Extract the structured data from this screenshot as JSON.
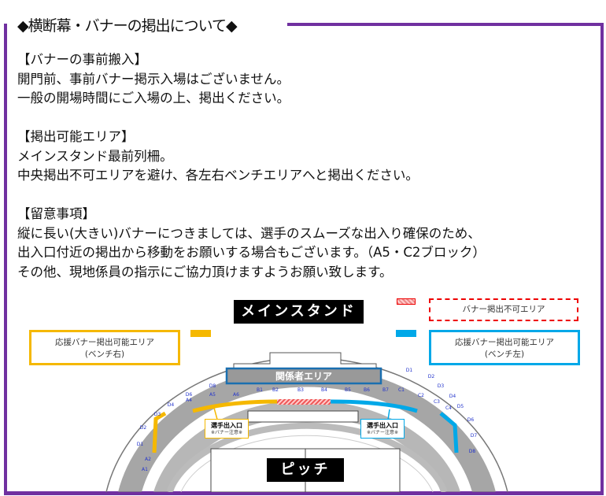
{
  "title": "◆横断幕・バナーの掲出について◆",
  "sections": [
    {
      "lines": [
        "【バナーの事前搬入】",
        "開門前、事前バナー掲示入場はございません。",
        "一般の開場時間にご入場の上、掲出ください。"
      ]
    },
    {
      "lines": [
        "【掲出可能エリア】",
        "メインスタンド最前列柵。",
        "中央掲出不可エリアを避け、各左右ベンチエリアへと掲出ください。"
      ]
    },
    {
      "lines": [
        "【留意事項】",
        "縦に長い(大きい)バナーにつきましては、選手のスムーズな出入り確保のため、",
        "出入口付近の掲出から移動をお願いする場合もございます。（A5・C2ブロック）",
        "その他、現地係員の指示にご協力頂けますようお願い致します。"
      ]
    }
  ],
  "diagram": {
    "main_stand": "メインスタンド",
    "pitch": "ピッチ",
    "legend_ng": "バナー掲出不可エリア",
    "legend_right": {
      "line1": "応援バナー掲出可能エリア",
      "line2": "(ベンチ右)"
    },
    "legend_left": {
      "line1": "応援バナー掲出可能エリア",
      "line2": "(ベンチ左)"
    },
    "staff_area": "関係者エリア",
    "entrance_left": {
      "line1": "選手出入口",
      "line2": "※バナー注意※"
    },
    "entrance_right": {
      "line1": "選手出入口",
      "line2": "※バナー注意※"
    },
    "blocks": [
      "A1",
      "A2",
      "A4",
      "A5",
      "A6",
      "B1",
      "B2",
      "B3",
      "B4",
      "B5",
      "B6",
      "B7",
      "C1",
      "C2",
      "C3",
      "C4",
      "D1",
      "D2",
      "D3",
      "D4",
      "D6",
      "D8",
      "D1",
      "D2",
      "D3",
      "D4",
      "D5",
      "D6",
      "D7",
      "D8"
    ],
    "colors": {
      "frame": "#7030a0",
      "right_bench": "#f5b800",
      "left_bench": "#00a8e8",
      "ng": "#e00000"
    }
  }
}
